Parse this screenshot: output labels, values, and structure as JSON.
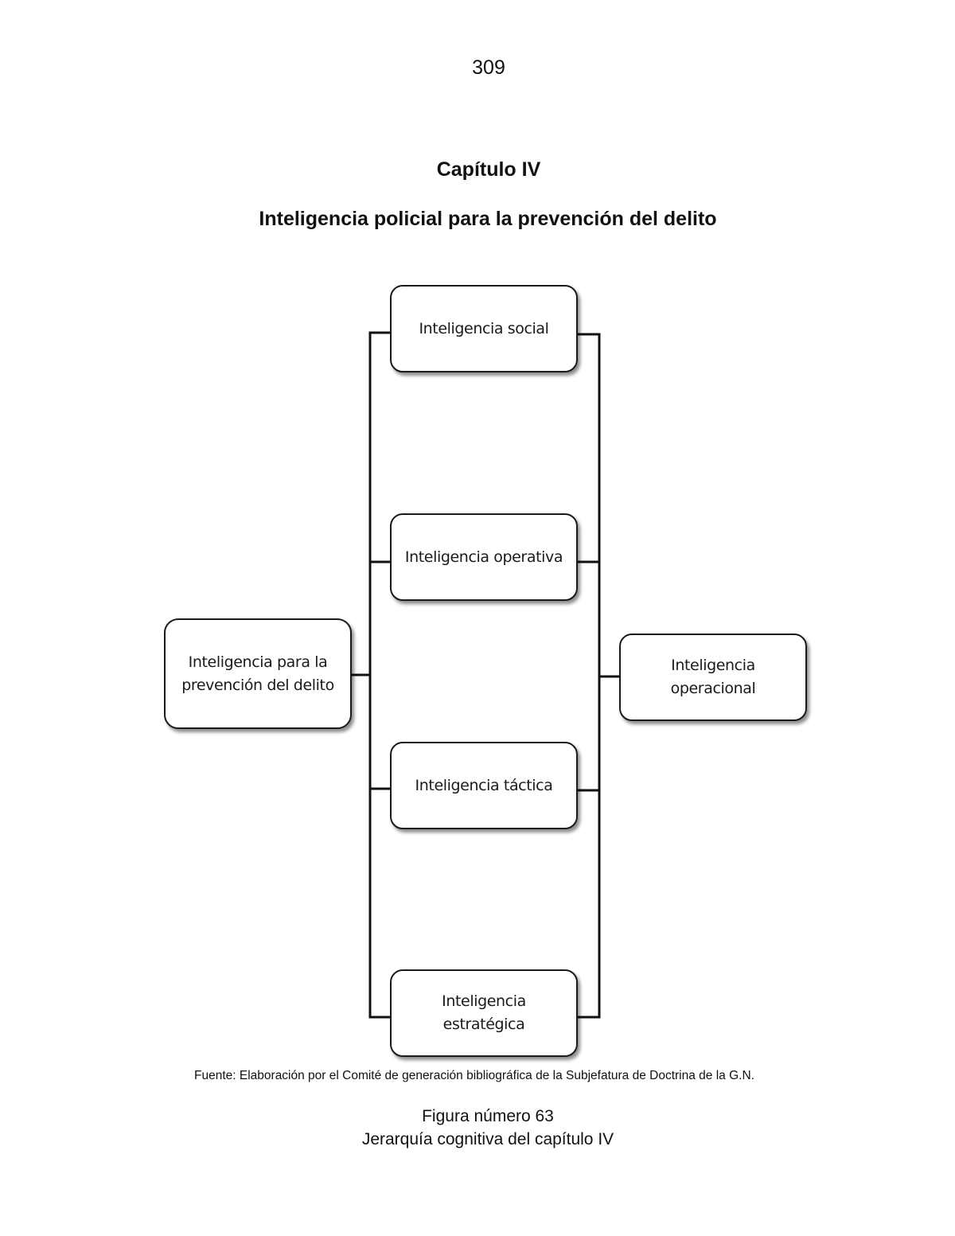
{
  "page": {
    "number": "309",
    "chapter": "Capítulo IV",
    "chapter_title": "Inteligencia policial para la prevención del delito"
  },
  "diagram": {
    "root": "Inteligencia para la\nprevención del delito",
    "branches": [
      "Inteligencia social",
      "Inteligencia operativa",
      "Inteligencia táctica",
      "Inteligencia\nestratégica"
    ],
    "target": "Inteligencia\noperacional"
  },
  "source": "Fuente: Elaboración por el Comité de generación bibliográfica de la Subjefatura de Doctrina de la G.N.",
  "figure": {
    "number_label": "Figura número 63",
    "caption": "Jerarquía cognitiva del capítulo IV"
  }
}
